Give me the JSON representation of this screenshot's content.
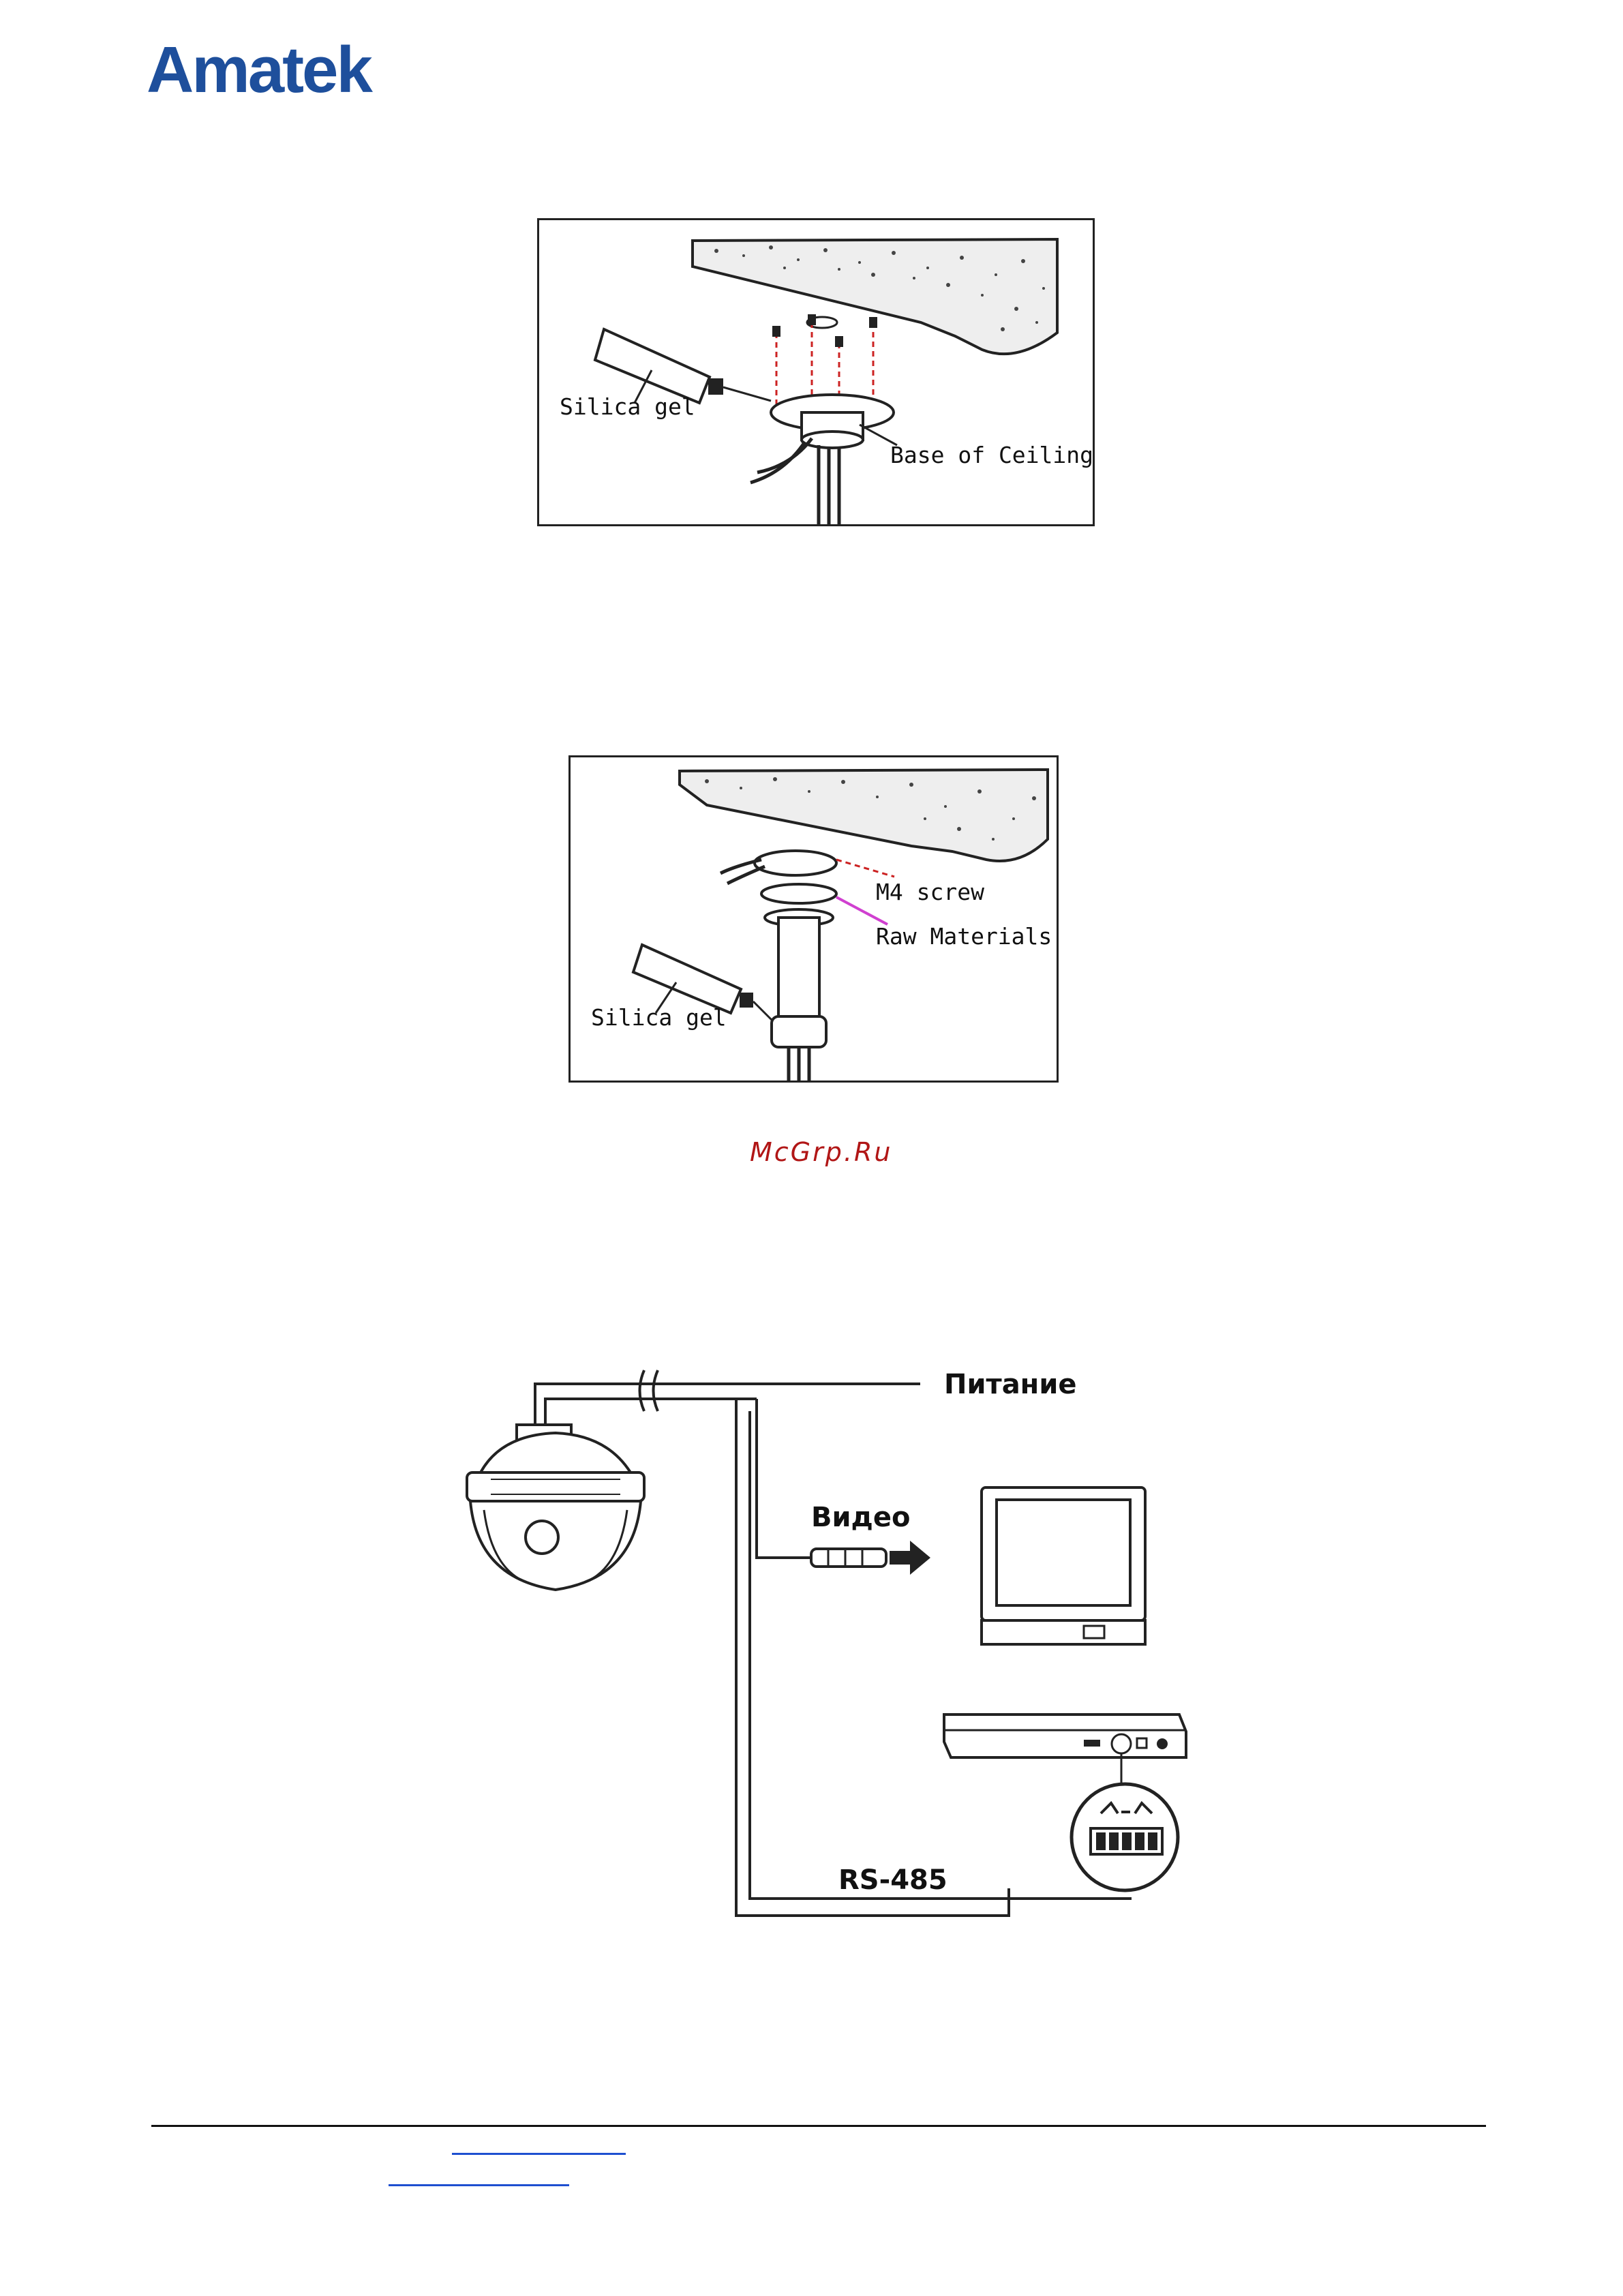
{
  "header": {
    "logo_text": "Amatek"
  },
  "figure1": {
    "silica_gel_label": "Silica gel",
    "base_label": "Base of Ceiling"
  },
  "figure2": {
    "screw_label": "M4 screw",
    "raw_label": "Raw Materials",
    "silica_gel_label": "Silica gel"
  },
  "watermark": "McGrp.Ru",
  "wiring": {
    "power_label": "Питание",
    "video_label": "Видео",
    "rs485_label": "RS-485"
  },
  "colors": {
    "brand": "#1e4f9c",
    "watermark": "#b11616",
    "link": "#1e4fd0"
  }
}
